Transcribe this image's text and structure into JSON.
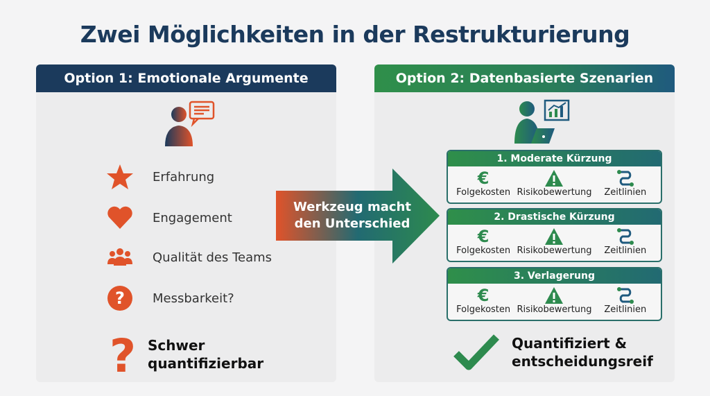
{
  "title": "Zwei Möglichkeiten in der Restrukturierung",
  "left": {
    "header": "Option 1: Emotionale Argumente",
    "items": [
      {
        "label": "Erfahrung",
        "icon": "star-icon"
      },
      {
        "label": "Engagement",
        "icon": "heart-icon"
      },
      {
        "label": "Qualität des Teams",
        "icon": "team-icon"
      },
      {
        "label": "Messbarkeit?",
        "icon": "question-circle-icon"
      }
    ],
    "conclusion": "Schwer\nquantifizierbar"
  },
  "arrow": {
    "text": "Werkzeug macht\nden Unterschied"
  },
  "right": {
    "header": "Option 2: Datenbasierte Szenarien",
    "scenarios": [
      {
        "title": "1. Moderate Kürzung"
      },
      {
        "title": "2. Drastische Kürzung"
      },
      {
        "title": "3. Verlagerung"
      }
    ],
    "metrics": [
      "Folgekosten",
      "Risikobewertung",
      "Zeitlinien"
    ],
    "euro_symbol": "€",
    "conclusion": "Quantifiziert &\nentscheidungsreif"
  },
  "colors": {
    "navy": "#1b3a5c",
    "orange": "#e0532a",
    "green": "#2d8a4e"
  }
}
